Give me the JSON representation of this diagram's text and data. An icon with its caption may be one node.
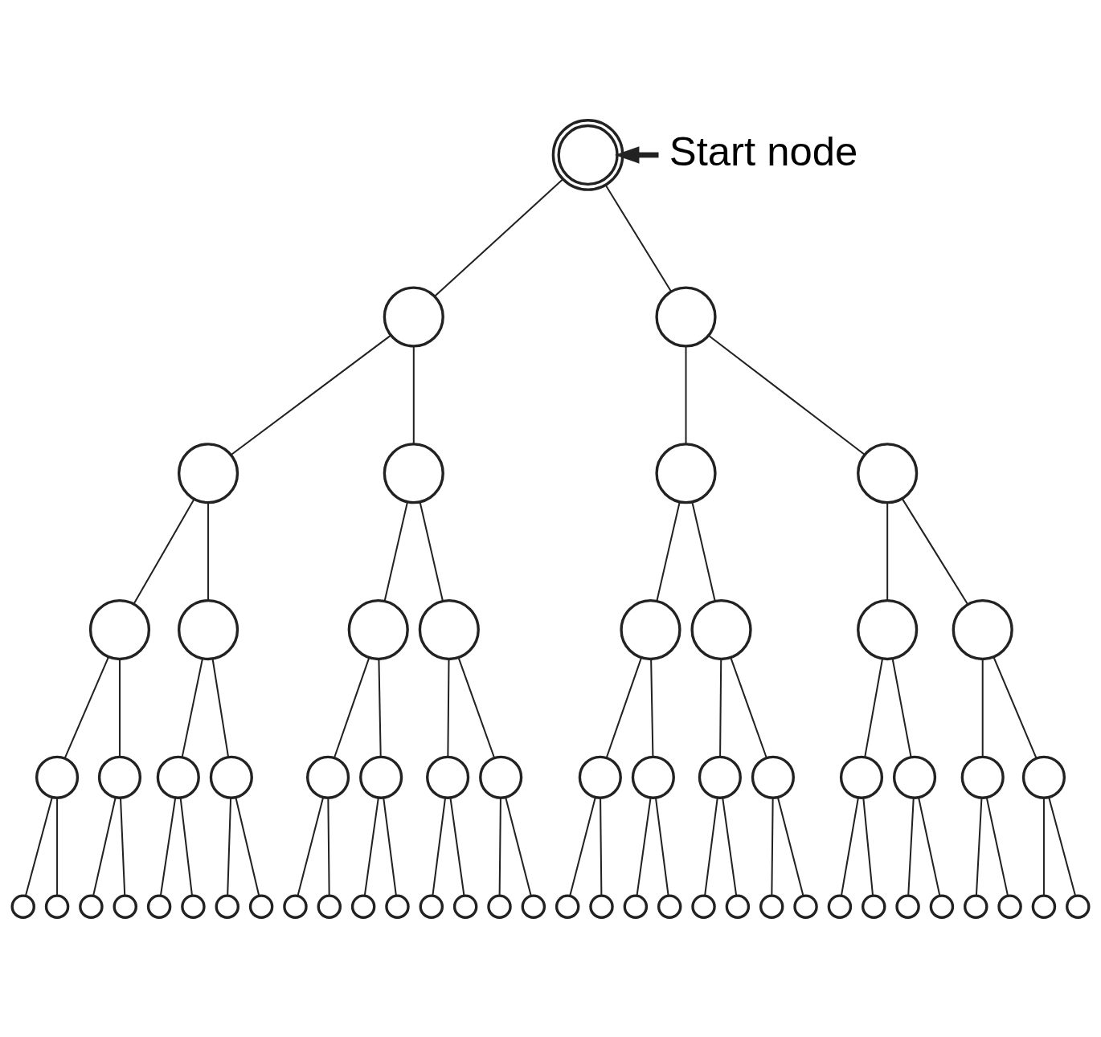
{
  "diagram": {
    "nodes": [
      {
        "text": [],
        "shape": "doublecircle"
      },
      {
        "text": [
          "Start node"
        ]
      },
      {
        "text": [],
        "shape": "circle"
      },
      {
        "text": [],
        "shape": "circle"
      },
      {
        "text": [],
        "shape": "circle"
      },
      {
        "text": [],
        "shape": "circle"
      },
      {
        "text": [],
        "shape": "circle"
      },
      {
        "text": [],
        "shape": "circle"
      },
      {
        "text": [],
        "shape": "circle"
      },
      {
        "text": [],
        "shape": "circle"
      },
      {
        "text": [],
        "shape": "circle"
      },
      {
        "text": [],
        "shape": "circle"
      },
      {
        "text": [],
        "shape": "circle"
      },
      {
        "text": [],
        "shape": "circle"
      },
      {
        "text": [],
        "shape": "circle"
      },
      {
        "text": [],
        "shape": "circle"
      },
      {
        "text": [],
        "shape": "circle"
      },
      {
        "text": [],
        "shape": "circle"
      },
      {
        "text": [],
        "shape": "circle"
      },
      {
        "text": [],
        "shape": "circle"
      },
      {
        "text": [],
        "shape": "circle"
      },
      {
        "text": [],
        "shape": "circle"
      },
      {
        "text": [],
        "shape": "circle"
      },
      {
        "text": [],
        "shape": "circle"
      },
      {
        "text": [],
        "shape": "circle"
      },
      {
        "text": [],
        "shape": "circle"
      },
      {
        "text": [],
        "shape": "circle"
      },
      {
        "text": [],
        "shape": "circle"
      },
      {
        "text": [],
        "shape": "circle"
      },
      {
        "text": [],
        "shape": "circle"
      },
      {
        "text": [],
        "shape": "circle"
      },
      {
        "text": [],
        "shape": "circle"
      },
      {
        "text": [],
        "shape": "circle"
      },
      {
        "text": [],
        "shape": "circle"
      },
      {
        "text": [],
        "shape": "circle"
      },
      {
        "text": [],
        "shape": "circle"
      },
      {
        "text": [],
        "shape": "circle"
      },
      {
        "text": [],
        "shape": "circle"
      },
      {
        "text": [],
        "shape": "circle"
      },
      {
        "text": [],
        "shape": "circle"
      },
      {
        "text": [],
        "shape": "circle"
      },
      {
        "text": [],
        "shape": "circle"
      },
      {
        "text": [],
        "shape": "circle"
      },
      {
        "text": [],
        "shape": "circle"
      },
      {
        "text": [],
        "shape": "circle"
      },
      {
        "text": [],
        "shape": "circle"
      },
      {
        "text": [],
        "shape": "circle"
      },
      {
        "text": [],
        "shape": "circle"
      },
      {
        "text": [],
        "shape": "circle"
      },
      {
        "text": [],
        "shape": "circle"
      },
      {
        "text": [],
        "shape": "circle"
      },
      {
        "text": [],
        "shape": "circle"
      },
      {
        "text": [],
        "shape": "circle"
      },
      {
        "text": [],
        "shape": "circle"
      },
      {
        "text": [],
        "shape": "circle"
      },
      {
        "text": [],
        "shape": "circle"
      },
      {
        "text": [],
        "shape": "circle"
      },
      {
        "text": [],
        "shape": "circle"
      },
      {
        "text": [],
        "shape": "circle"
      },
      {
        "text": [],
        "shape": "circle"
      },
      {
        "text": [],
        "shape": "circle"
      },
      {
        "text": [],
        "shape": "circle"
      },
      {
        "text": [],
        "shape": "circle"
      },
      {
        "text": [],
        "shape": "circle"
      }
    ],
    "edges": [
      {
        "from": 1,
        "to": 0,
        "arrow": "to",
        "style": "thick"
      },
      {
        "from": 0,
        "to": 2,
        "arrow": "none"
      },
      {
        "from": 0,
        "to": 3,
        "arrow": "none"
      },
      {
        "from": 2,
        "to": 4,
        "arrow": "none"
      },
      {
        "from": 2,
        "to": 5,
        "arrow": "none"
      },
      {
        "from": 3,
        "to": 6,
        "arrow": "none"
      },
      {
        "from": 3,
        "to": 7,
        "arrow": "none"
      },
      {
        "from": 4,
        "to": 8,
        "arrow": "none"
      },
      {
        "from": 4,
        "to": 9,
        "arrow": "none"
      },
      {
        "from": 5,
        "to": 10,
        "arrow": "none"
      },
      {
        "from": 5,
        "to": 11,
        "arrow": "none"
      },
      {
        "from": 6,
        "to": 12,
        "arrow": "none"
      },
      {
        "from": 6,
        "to": 13,
        "arrow": "none"
      },
      {
        "from": 7,
        "to": 14,
        "arrow": "none"
      },
      {
        "from": 7,
        "to": 15,
        "arrow": "none"
      },
      {
        "from": 8,
        "to": 16,
        "arrow": "none"
      },
      {
        "from": 8,
        "to": 17,
        "arrow": "none"
      },
      {
        "from": 9,
        "to": 18,
        "arrow": "none"
      },
      {
        "from": 9,
        "to": 19,
        "arrow": "none"
      },
      {
        "from": 10,
        "to": 20,
        "arrow": "none"
      },
      {
        "from": 10,
        "to": 21,
        "arrow": "none"
      },
      {
        "from": 11,
        "to": 22,
        "arrow": "none"
      },
      {
        "from": 11,
        "to": 23,
        "arrow": "none"
      },
      {
        "from": 12,
        "to": 24,
        "arrow": "none"
      },
      {
        "from": 12,
        "to": 25,
        "arrow": "none"
      },
      {
        "from": 13,
        "to": 26,
        "arrow": "none"
      },
      {
        "from": 13,
        "to": 27,
        "arrow": "none"
      },
      {
        "from": 14,
        "to": 28,
        "arrow": "none"
      },
      {
        "from": 14,
        "to": 29,
        "arrow": "none"
      },
      {
        "from": 15,
        "to": 30,
        "arrow": "none"
      },
      {
        "from": 15,
        "to": 31,
        "arrow": "none"
      },
      {
        "from": 16,
        "to": 32,
        "arrow": "none"
      },
      {
        "from": 16,
        "to": 33,
        "arrow": "none"
      },
      {
        "from": 17,
        "to": 34,
        "arrow": "none"
      },
      {
        "from": 17,
        "to": 35,
        "arrow": "none"
      },
      {
        "from": 18,
        "to": 36,
        "arrow": "none"
      },
      {
        "from": 18,
        "to": 37,
        "arrow": "none"
      },
      {
        "from": 19,
        "to": 38,
        "arrow": "none"
      },
      {
        "from": 19,
        "to": 39,
        "arrow": "none"
      },
      {
        "from": 20,
        "to": 40,
        "arrow": "none"
      },
      {
        "from": 20,
        "to": 41,
        "arrow": "none"
      },
      {
        "from": 21,
        "to": 42,
        "arrow": "none"
      },
      {
        "from": 21,
        "to": 43,
        "arrow": "none"
      },
      {
        "from": 22,
        "to": 44,
        "arrow": "none"
      },
      {
        "from": 22,
        "to": 45,
        "arrow": "none"
      },
      {
        "from": 23,
        "to": 46,
        "arrow": "none"
      },
      {
        "from": 23,
        "to": 47,
        "arrow": "none"
      },
      {
        "from": 24,
        "to": 48,
        "arrow": "none"
      },
      {
        "from": 24,
        "to": 49,
        "arrow": "none"
      },
      {
        "from": 25,
        "to": 50,
        "arrow": "none"
      },
      {
        "from": 25,
        "to": 51,
        "arrow": "none"
      },
      {
        "from": 26,
        "to": 52,
        "arrow": "none"
      },
      {
        "from": 26,
        "to": 53,
        "arrow": "none"
      },
      {
        "from": 27,
        "to": 54,
        "arrow": "none"
      },
      {
        "from": 27,
        "to": 55,
        "arrow": "none"
      },
      {
        "from": 28,
        "to": 56,
        "arrow": "none"
      },
      {
        "from": 28,
        "to": 57,
        "arrow": "none"
      },
      {
        "from": 29,
        "to": 58,
        "arrow": "none"
      },
      {
        "from": 29,
        "to": 59,
        "arrow": "none"
      },
      {
        "from": 30,
        "to": 60,
        "arrow": "none"
      },
      {
        "from": 30,
        "to": 61,
        "arrow": "none"
      },
      {
        "from": 31,
        "to": 62,
        "arrow": "none"
      },
      {
        "from": 31,
        "to": 63,
        "arrow": "none"
      }
    ]
  }
}
